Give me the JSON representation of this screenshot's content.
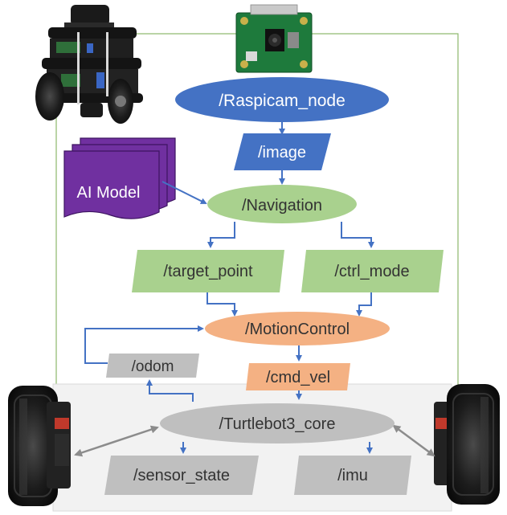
{
  "nodes": {
    "raspicam": "/Raspicam_node",
    "image": "/image",
    "ai_model": "AI Model",
    "navigation": "/Navigation",
    "target_point": "/target_point",
    "ctrl_mode": "/ctrl_mode",
    "motion_control": "/MotionControl",
    "odom": "/odom",
    "cmd_vel": "/cmd_vel",
    "turtlebot_core": "/Turtlebot3_core",
    "sensor_state": "/sensor_state",
    "imu": "/imu"
  },
  "colors": {
    "blue": "#4472c4",
    "green": "#a9d18e",
    "orange": "#f4b183",
    "gray": "#bfbfbf",
    "purple": "#7030a0",
    "frame": "#8db86b",
    "arrow": "#4472c4",
    "gray_arrow": "#7f7f7f"
  },
  "pictures": {
    "robot": "turtlebot-robot-icon",
    "camera": "raspberry-pi-camera-icon",
    "wheels": "wheel-icon"
  }
}
